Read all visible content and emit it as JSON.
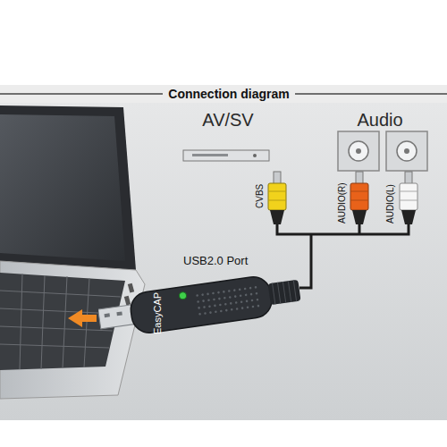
{
  "diagram": {
    "title": "Connection diagram",
    "nodes": [
      {
        "text": [
          "EasyCAP"
        ]
      }
    ],
    "labels": [
      "AV/SV",
      "Audio",
      "CVBS",
      "AUDIO(R)",
      "AUDIO(L)",
      "USB2.0 Port"
    ]
  }
}
